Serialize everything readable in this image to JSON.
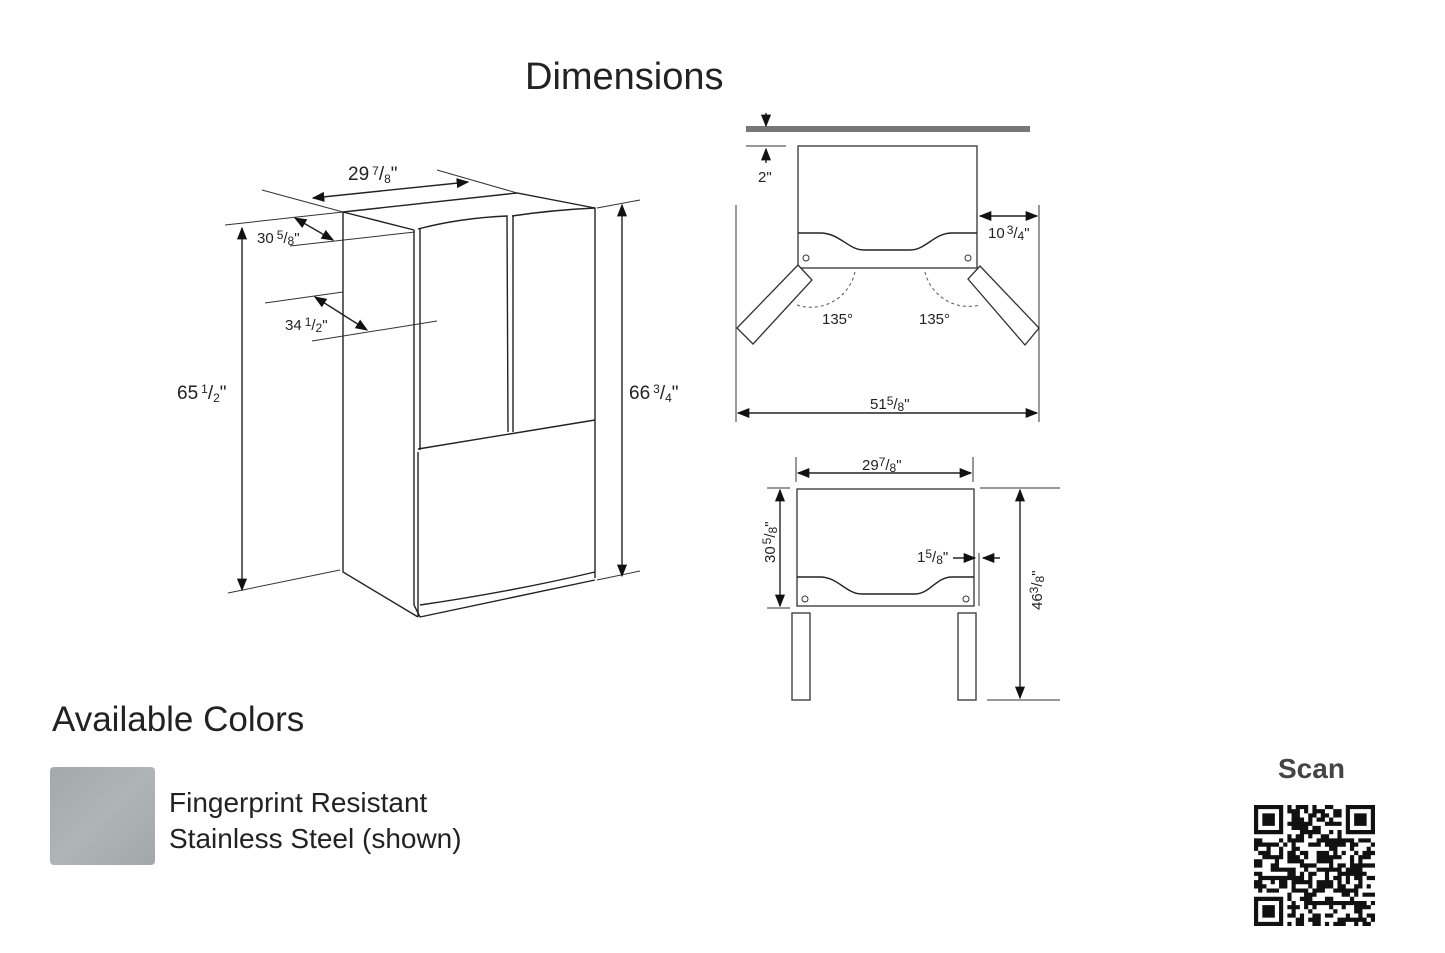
{
  "title": "Dimensions",
  "isometric": {
    "width": {
      "whole": "29",
      "num": "7",
      "den": "8",
      "unit": "\""
    },
    "depth_no_doors": {
      "whole": "30",
      "num": "5",
      "den": "8",
      "unit": "\""
    },
    "depth_with_doors": {
      "whole": "34",
      "num": "1",
      "den": "2",
      "unit": "\""
    },
    "height_cabinet": {
      "whole": "65",
      "num": "1",
      "den": "2",
      "unit": "\""
    },
    "height_total": {
      "whole": "66",
      "num": "3",
      "den": "4",
      "unit": "\""
    }
  },
  "top_view": {
    "wall_clearance": "2\"",
    "door_side": {
      "whole": "10",
      "num": "3",
      "den": "4",
      "unit": "\""
    },
    "angle_left": "135°",
    "angle_right": "135°",
    "total_width": {
      "whole": "51",
      "num": "5",
      "den": "8",
      "unit": "\""
    }
  },
  "side_view": {
    "width": {
      "whole": "29",
      "num": "7",
      "den": "8",
      "unit": "\""
    },
    "depth": {
      "whole": "30",
      "num": "5",
      "den": "8",
      "unit": "\""
    },
    "door_thickness": {
      "whole": "1",
      "num": "5",
      "den": "8",
      "unit": "\""
    },
    "depth_open": {
      "whole": "46",
      "num": "3",
      "den": "8",
      "unit": "\""
    }
  },
  "colors": {
    "heading": "Available Colors",
    "items": [
      {
        "line1": "Fingerprint Resistant",
        "line2": "Stainless Steel (shown)",
        "swatch": "#a9aeb0"
      }
    ]
  },
  "scan": {
    "label": "Scan",
    "icon": "qr-code"
  }
}
